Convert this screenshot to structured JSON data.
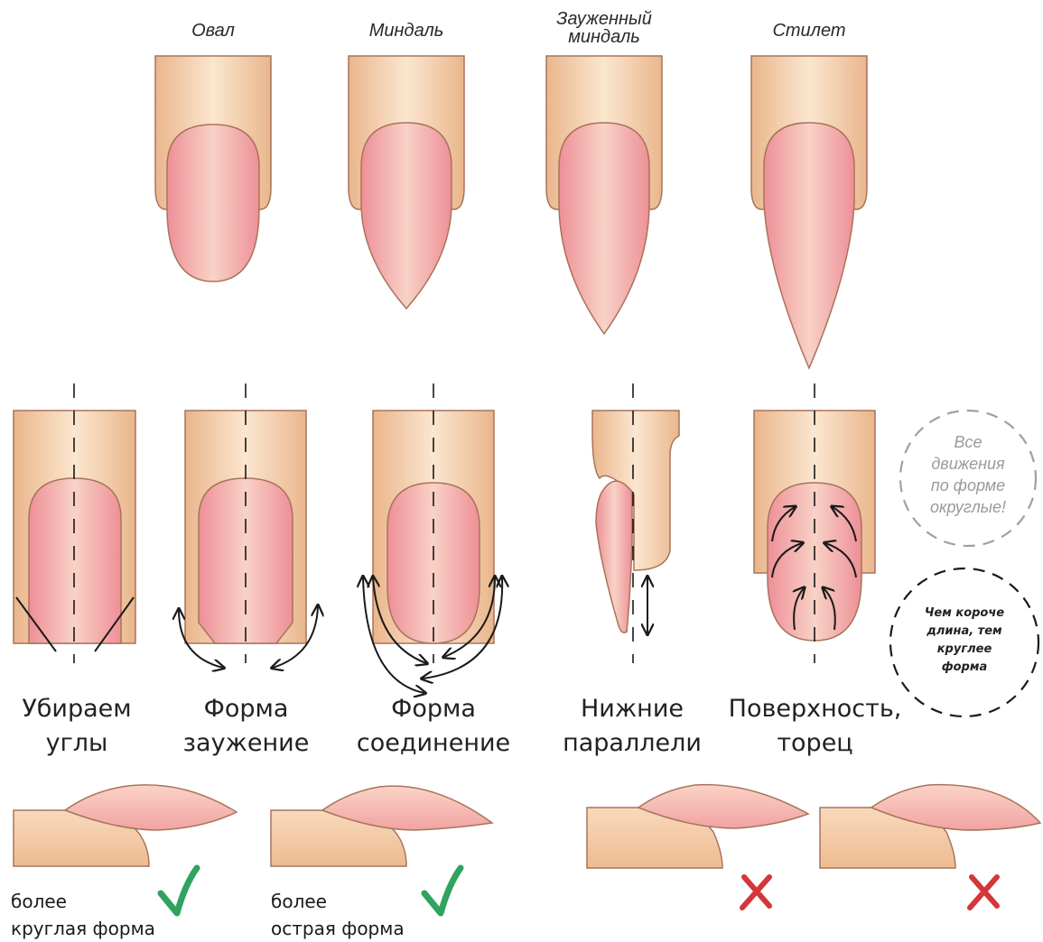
{
  "colors": {
    "finger": "#f2c9a2",
    "finger_outline": "#a8745a",
    "nail": "#f3a8a6",
    "nail_outline": "#a8745a",
    "check": "#2fa35f",
    "cross": "#d4363a",
    "line": "#1a1a1a"
  },
  "shapes": [
    {
      "label": "Овал"
    },
    {
      "label": "Миндаль"
    },
    {
      "label": "Зауженный\nминдаль"
    },
    {
      "label": "Стилет"
    }
  ],
  "steps": [
    {
      "label": "Убираем\nуглы"
    },
    {
      "label": "Форма\nзаужение"
    },
    {
      "label": "Форма\nсоединение"
    },
    {
      "label": "Нижние\nпараллели"
    },
    {
      "label": "Поверхность,\nторец"
    }
  ],
  "notes": {
    "round_moves": "Все\nдвижения\nпо форме\nокруглые!",
    "shorter": "Чем короче\nдлина, тем\nкруглее\nформа"
  },
  "profiles": [
    {
      "label": "более\nкруглая форма",
      "mark": "check-icon"
    },
    {
      "label": "более\nострая форма",
      "mark": "check-icon"
    },
    {
      "label": "",
      "mark": "cross-icon"
    },
    {
      "label": "",
      "mark": "cross-icon"
    }
  ]
}
